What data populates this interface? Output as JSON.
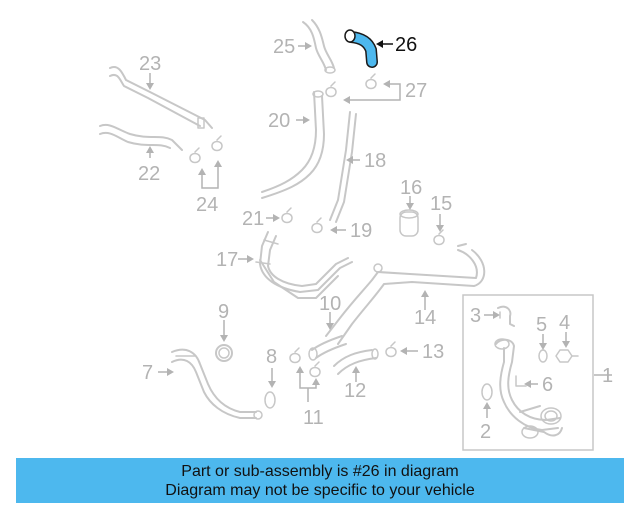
{
  "highlight_color": "#4db8ee",
  "callouts": {
    "c1": "1",
    "c2": "2",
    "c3": "3",
    "c4": "4",
    "c5": "5",
    "c6": "6",
    "c7": "7",
    "c8": "8",
    "c9": "9",
    "c10": "10",
    "c11": "11",
    "c12": "12",
    "c13": "13",
    "c14": "14",
    "c15": "15",
    "c16": "16",
    "c17": "17",
    "c18": "18",
    "c19": "19",
    "c20": "20",
    "c21": "21",
    "c22": "22",
    "c23": "23",
    "c24": "24",
    "c25": "25",
    "c26": "26",
    "c27": "27"
  },
  "banner": {
    "line1": "Part or sub-assembly is #26 in diagram",
    "line2": "Diagram may not be specific to your vehicle"
  }
}
